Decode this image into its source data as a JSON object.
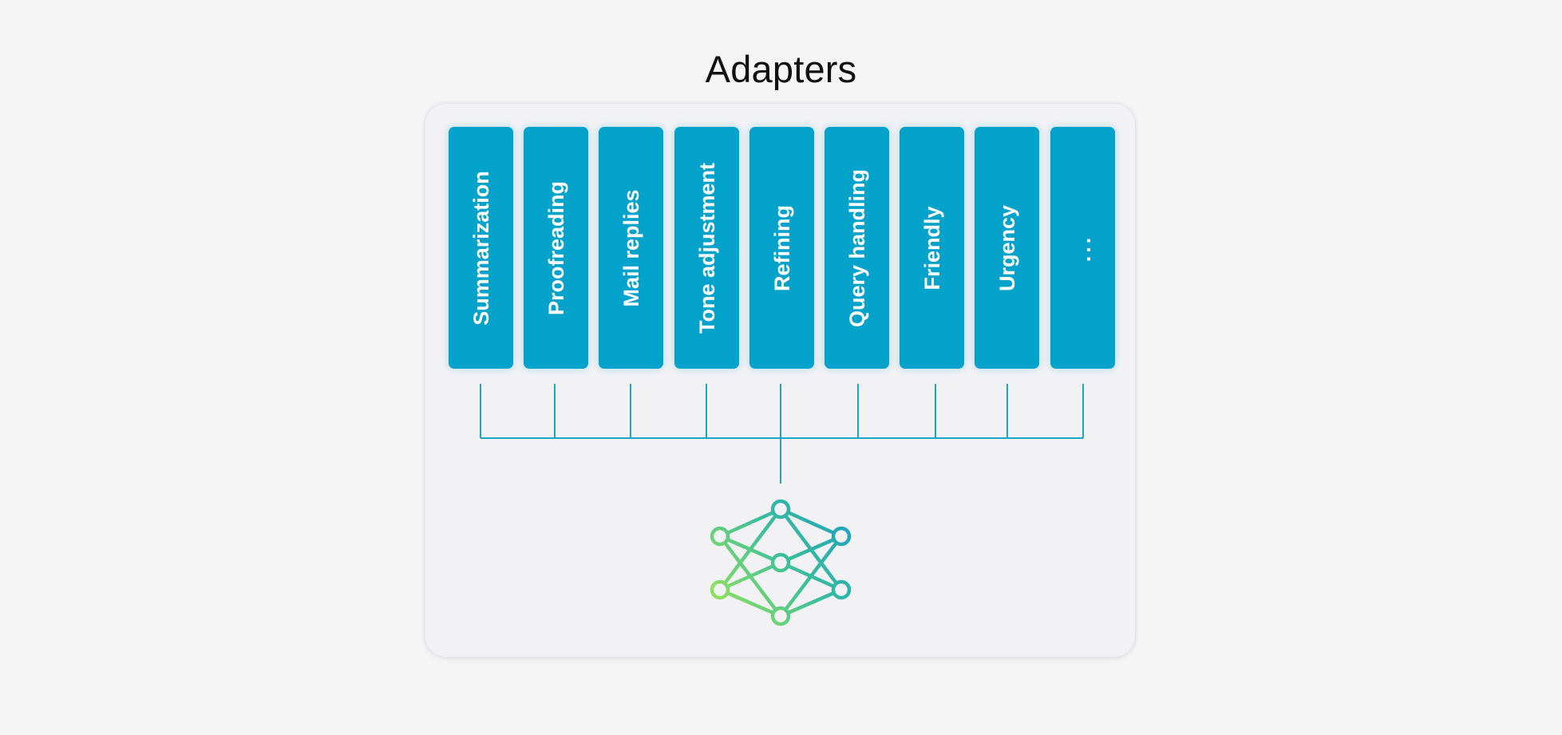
{
  "title": "Adapters",
  "adapters": [
    {
      "label": "Summarization"
    },
    {
      "label": "Proofreading"
    },
    {
      "label": "Mail replies"
    },
    {
      "label": "Tone adjustment"
    },
    {
      "label": "Refining"
    },
    {
      "label": "Query handling"
    },
    {
      "label": "Friendly"
    },
    {
      "label": "Urgency"
    },
    {
      "label": "..."
    }
  ],
  "colors": {
    "background": "#f5f5f6",
    "panel": "#f2f2f5",
    "adapter_fill": "#02a2cb",
    "connector_line": "#1ba6c9",
    "network_gradient_start": "#9be35a",
    "network_gradient_mid": "#3cbf9a",
    "network_gradient_end": "#1a9ec4"
  },
  "icons": {
    "model": "neural-network-icon"
  }
}
